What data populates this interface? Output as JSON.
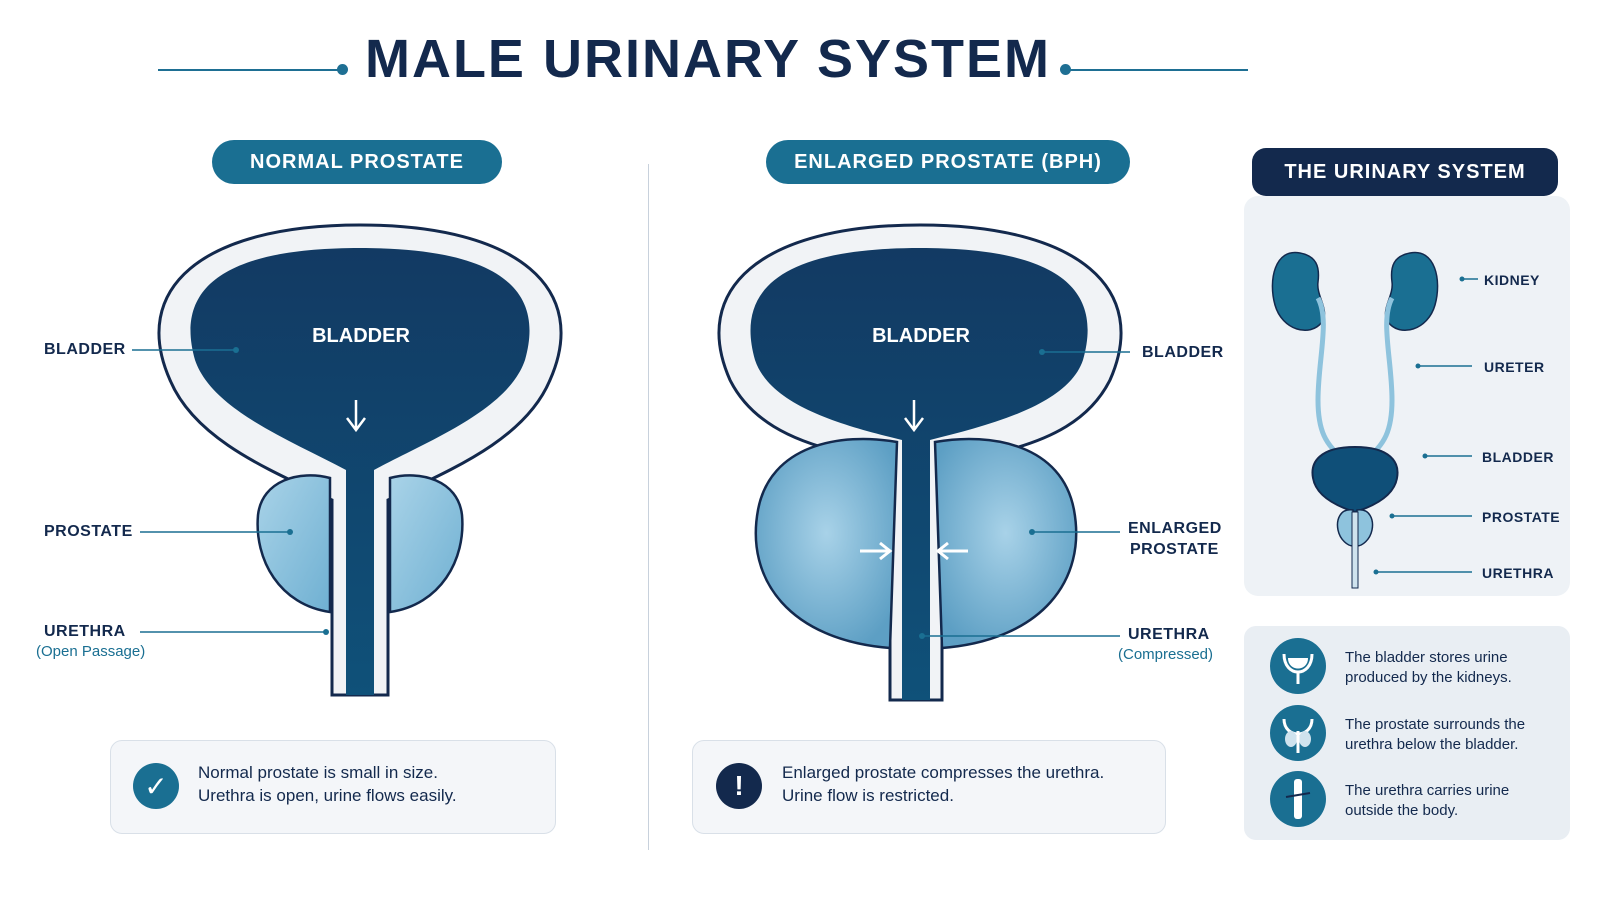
{
  "title": "MALE URINARY SYSTEM",
  "left": {
    "heading": "NORMAL PROSTATE",
    "bladder_inner": "BLADDER",
    "bladder": "BLADDER",
    "prostate": "PROSTATE",
    "urethra": "URETHRA",
    "urethra_sub": "(Open Passage)",
    "note_line1": "Normal prostate is small in size.",
    "note_line2": "Urethra is open, urine flows easily."
  },
  "middle": {
    "heading": "ENLARGED PROSTATE (BPH)",
    "bladder_inner": "BLADDER",
    "bladder": "BLADDER",
    "prostate_line1": "ENLARGED",
    "prostate_line2": "PROSTATE",
    "urethra": "URETHRA",
    "urethra_sub": "(Compressed)",
    "note_line1": "Enlarged prostate compresses the urethra.",
    "note_line2": "Urine flow is restricted."
  },
  "side": {
    "heading": "THE URINARY SYSTEM",
    "labels": [
      "KIDNEY",
      "URETER",
      "BLADDER",
      "PROSTATE",
      "URETHRA"
    ],
    "info": [
      {
        "line1": "The bladder stores urine",
        "line2": "produced by the kidneys."
      },
      {
        "line1": "The prostate surrounds the",
        "line2": "urethra below the bladder."
      },
      {
        "line1": "The urethra carries urine",
        "line2": "outside the body."
      }
    ]
  },
  "icons": [
    "check-icon",
    "exclamation-icon",
    "bladder-icon",
    "prostate-icon",
    "urethra-icon"
  ],
  "colors": {
    "navy": "#13294d",
    "teal": "#1a6f92",
    "light_blue": "#8ec3dd"
  }
}
